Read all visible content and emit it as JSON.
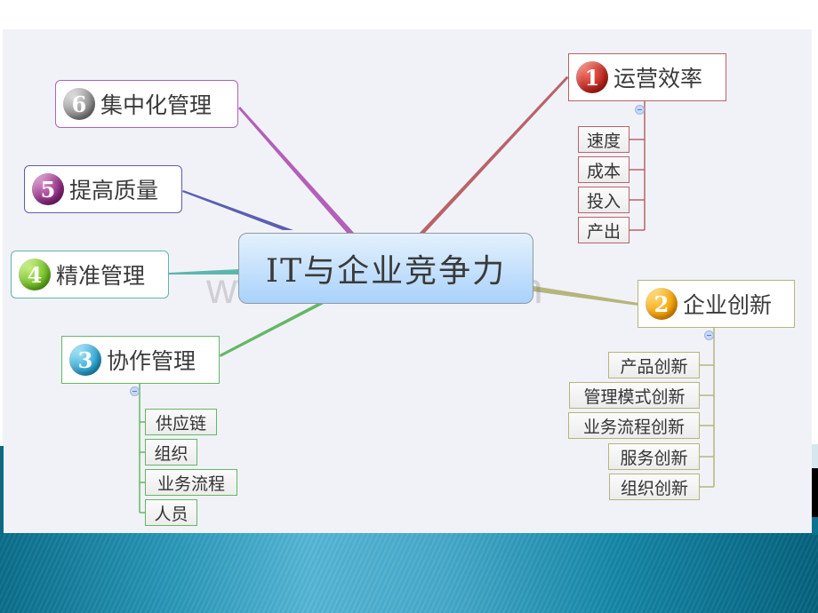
{
  "center": {
    "label": "IT与企业竞争力"
  },
  "watermark": "www.zixin.com.cn",
  "colors": {
    "branch1": "#b86467",
    "branch2": "#b6b57a",
    "branch3": "#64b764",
    "branch4": "#5db6ad",
    "branch5": "#5a5fae",
    "branch6": "#b260b8",
    "center_fill_top": "#e4f1fd",
    "center_fill_bottom": "#a9d2fb",
    "canvas_bg": "#f1f2f8",
    "band": "#2796b6"
  },
  "branches": [
    {
      "number": "1",
      "label": "运营效率",
      "icon": "number-1-red-icon",
      "children": [
        "速度",
        "成本",
        "投入",
        "产出"
      ]
    },
    {
      "number": "2",
      "label": "企业创新",
      "icon": "number-2-orange-icon",
      "children": [
        "产品创新",
        "管理模式创新",
        "业务流程创新",
        "服务创新",
        "组织创新"
      ]
    },
    {
      "number": "3",
      "label": "协作管理",
      "icon": "number-3-blue-icon",
      "children": [
        "供应链",
        "组织",
        "业务流程",
        "人员"
      ]
    },
    {
      "number": "4",
      "label": "精准管理",
      "icon": "number-4-green-icon",
      "children": []
    },
    {
      "number": "5",
      "label": "提高质量",
      "icon": "number-5-purple-icon",
      "children": []
    },
    {
      "number": "6",
      "label": "集中化管理",
      "icon": "number-6-gray-icon",
      "children": []
    }
  ]
}
